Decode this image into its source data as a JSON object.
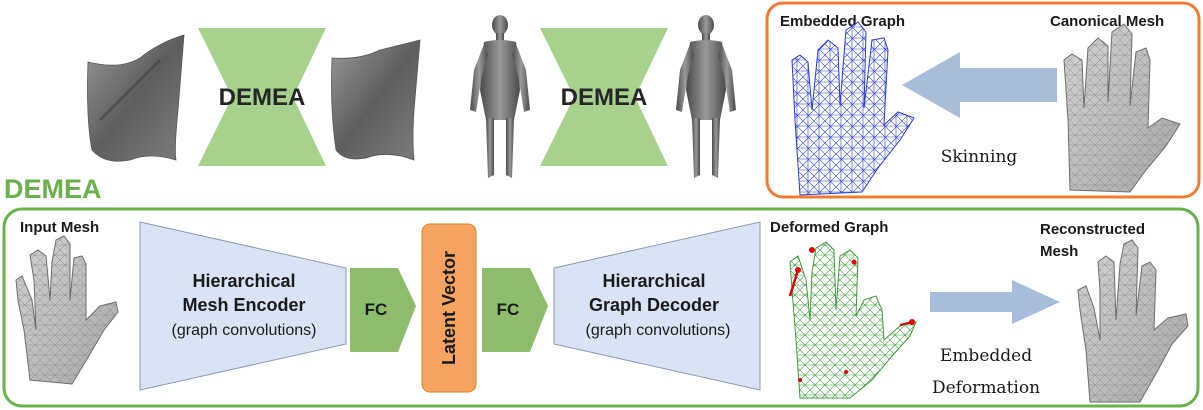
{
  "top": {
    "bowtie_left_label": "DEMEA",
    "bowtie_right_label": "DEMEA"
  },
  "skinning_panel": {
    "embedded_graph_label": "Embedded Graph",
    "canonical_mesh_label": "Canonical Mesh",
    "skinning_label": "Skinning"
  },
  "pipeline": {
    "section_title": "DEMEA",
    "input_mesh_label": "Input Mesh",
    "encoder_title_line1": "Hierarchical",
    "encoder_title_line2": "Mesh Encoder",
    "encoder_sub": "(graph convolutions)",
    "fc1_label": "FC",
    "latent_label": "Latent Vector",
    "fc2_label": "FC",
    "decoder_title_line1": "Hierarchical",
    "decoder_title_line2": "Graph Decoder",
    "decoder_sub": "(graph convolutions)",
    "deformed_graph_label": "Deformed Graph",
    "embedded_deformation_line1": "Embedded",
    "embedded_deformation_line2": "Deformation",
    "reconstructed_line1": "Reconstructed",
    "reconstructed_line2": "Mesh"
  },
  "colors": {
    "green_accent": "#6ab04c",
    "bowtie_green": "#a9d18e",
    "orange_border": "#ed7d31",
    "latent_fill": "#f4a460",
    "encoder_fill": "#dae3f3",
    "arrow_blue": "#a9bcd9"
  }
}
